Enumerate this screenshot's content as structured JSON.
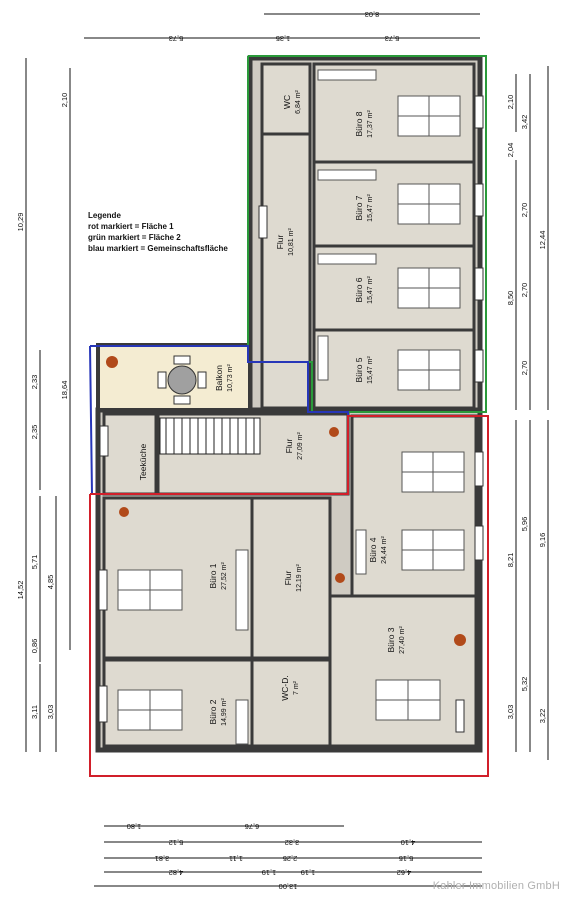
{
  "legend": {
    "title": "Legende",
    "line_red": "rot markiert = Fläche 1",
    "line_green": "grün markiert = Fläche 2",
    "line_blue": "blau markiert = Gemeinschaftsfläche"
  },
  "colors": {
    "area1_red": "#d11f2a",
    "area2_green": "#2a9a3a",
    "common_blue": "#2736b8",
    "wall": "#3a3a3a",
    "floor": "#dedad0",
    "balcony": "#f4ecd2"
  },
  "rooms": {
    "buero8": {
      "name": "Büro 8",
      "area": "17,37 m²"
    },
    "buero7": {
      "name": "Büro 7",
      "area": "15,47 m²"
    },
    "buero6": {
      "name": "Büro 6",
      "area": "15,47 m²"
    },
    "buero5": {
      "name": "Büro 5",
      "area": "15,47 m²"
    },
    "wc": {
      "name": "WC",
      "area": "6,84 m²"
    },
    "flur_top": {
      "name": "Flur",
      "area": "10,81 m²"
    },
    "balkon": {
      "name": "Balkon",
      "area": "10,73 m²"
    },
    "flur_mid": {
      "name": "Flur",
      "area": "27,09 m²"
    },
    "teekueche": {
      "name": "Teeküche"
    },
    "buero4": {
      "name": "Büro 4",
      "area": "24,44 m²"
    },
    "buero1": {
      "name": "Büro 1",
      "area": "27,52 m²"
    },
    "flur_low": {
      "name": "Flur",
      "area": "12,19 m²"
    },
    "buero3": {
      "name": "Büro 3",
      "area": "27,40 m²"
    },
    "buero2": {
      "name": "Büro 2",
      "area": "14,99 m²"
    },
    "wc_d": {
      "name": "WC-D.",
      "area": "7 m²"
    }
  },
  "dims": {
    "top1": "8,03",
    "top2a": "5,73",
    "top2b": "1,35",
    "top2c": "5,73",
    "left_a1": "10,29",
    "left_a2": "18,64",
    "left_a3": "14,52",
    "left_b1": "2,10",
    "left_b2": "2,33",
    "left_b3": "2,35",
    "left_b4": "5,71",
    "left_b5": "0,86",
    "left_b6": "3,11",
    "left_c1": "4,85",
    "left_c2": "3,03",
    "right_a1": "2,10",
    "right_a2": "3,42",
    "right_a3": "2,04",
    "right_a4": "2,70",
    "right_a5": "2,70",
    "right_a6": "2,70",
    "right_b1": "8,50",
    "right_b2": "12,44",
    "right_c1": "5,96",
    "right_c2": "8,21",
    "right_c3": "9,16",
    "right_c4": "5,32",
    "right_c5": "3,03",
    "right_c6": "3,22",
    "bot_r1a": "1,80",
    "bot_r1b": "6,76",
    "bot_r2a": "5,12",
    "bot_r2b": "3,32",
    "bot_r2c": "4,10",
    "bot_r3a": "3,81",
    "bot_r3b": "1,11",
    "bot_r3c": "2,25",
    "bot_r3d": "5,15",
    "bot_r4a": "4,82",
    "bot_r4b": "1,19",
    "bot_r4c": "1,19",
    "bot_r4d": "4,62",
    "bot_r5": "13,00"
  },
  "watermark": "Kahler Immobilien GmbH"
}
